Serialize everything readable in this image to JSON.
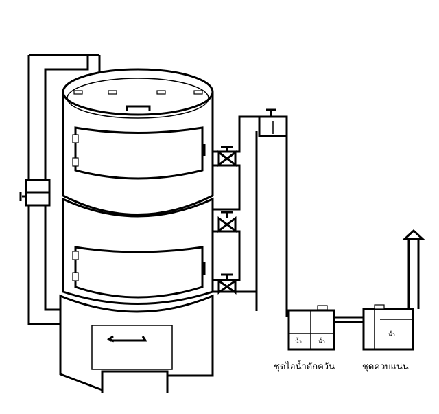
{
  "labels": {
    "water_tank_left": "น้ำ",
    "water_tank_middle": "น้ำ",
    "water_tank_right": "น้ำ",
    "smoke_trap_caption": "ชุดไอน้ำดักควัน",
    "smoke_unit_caption": "ชุดควบแน่น"
  }
}
